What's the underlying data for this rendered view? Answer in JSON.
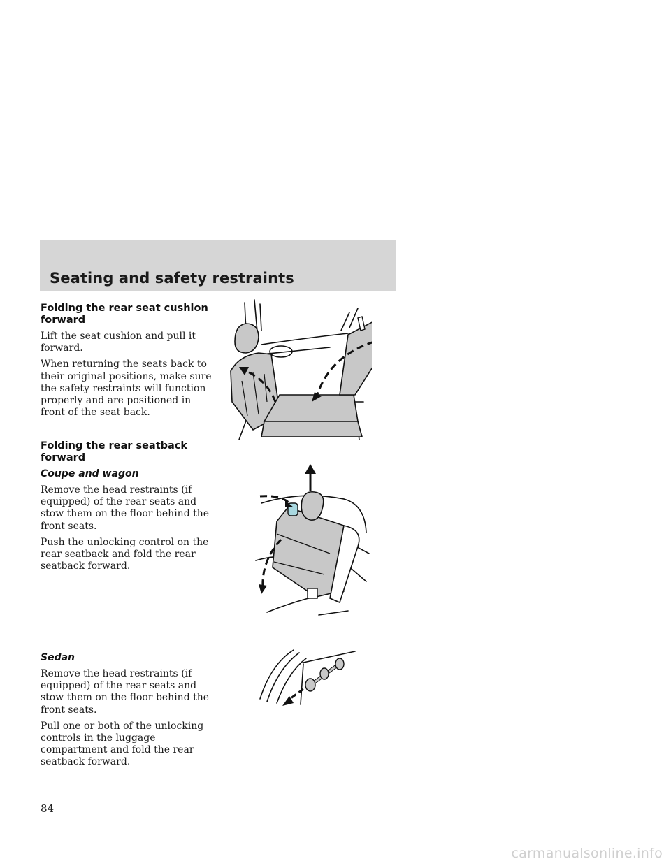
{
  "header": {
    "title": "Seating and safety restraints"
  },
  "sections": {
    "cushion": {
      "heading": "Folding the rear seat cushion forward",
      "p1": "Lift the seat cushion and pull it forward.",
      "p2": "When returning the seats back to their original positions, make sure the safety restraints will function properly and are positioned in front of the seat back."
    },
    "seatback": {
      "heading": "Folding the rear seatback forward",
      "coupe_heading": "Coupe and wagon",
      "coupe_p1": "Remove the head restraints (if equipped) of the rear seats and stow them on the floor behind the front seats.",
      "coupe_p2": "Push the unlocking control on the rear seatback and fold the rear seatback forward.",
      "sedan_heading": "Sedan",
      "sedan_p1": "Remove the head restraints (if equipped) of the rear seats and stow them on the floor behind the front seats.",
      "sedan_p2": "Pull one or both of the unlocking controls in the luggage compartment and fold the rear seatback forward."
    }
  },
  "page_number": "84",
  "watermark": "carmanualsonline.info",
  "colors": {
    "header_band": "#d6d6d6",
    "seat_fill": "#c8c8c8",
    "control_fill": "#a9d8e0"
  }
}
